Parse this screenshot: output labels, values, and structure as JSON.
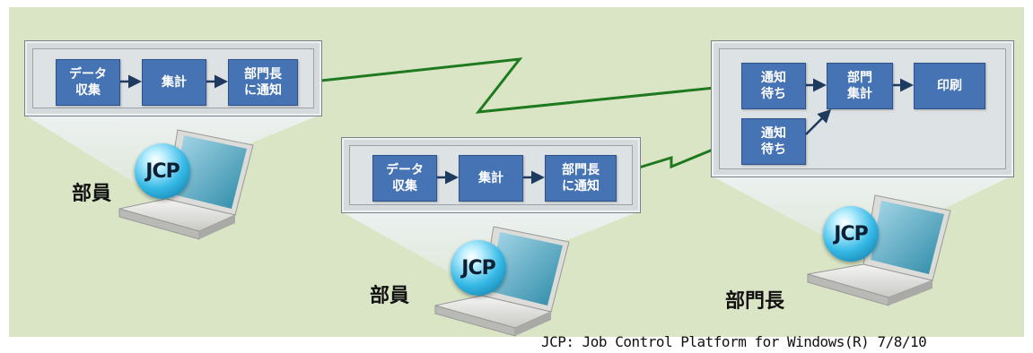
{
  "colors": {
    "background": "#d9e5c4",
    "box_fill": "#4673b3",
    "connector": "#1f7a1f",
    "arrow": "#1f3a5f"
  },
  "member1": {
    "steps": [
      "データ\n収集",
      "集計",
      "部門長\nに通知"
    ],
    "badge": "JCP",
    "role": "部員"
  },
  "member2": {
    "steps": [
      "データ\n収集",
      "集計",
      "部門長\nに通知"
    ],
    "badge": "JCP",
    "role": "部員"
  },
  "manager": {
    "wait1": "通知\n待ち",
    "wait2": "通知\n待ち",
    "aggregate": "部門\n集計",
    "print": "印刷",
    "badge": "JCP",
    "role": "部門長"
  },
  "footnote": "JCP: Job Control Platform for Windows(R) 7/8/10"
}
